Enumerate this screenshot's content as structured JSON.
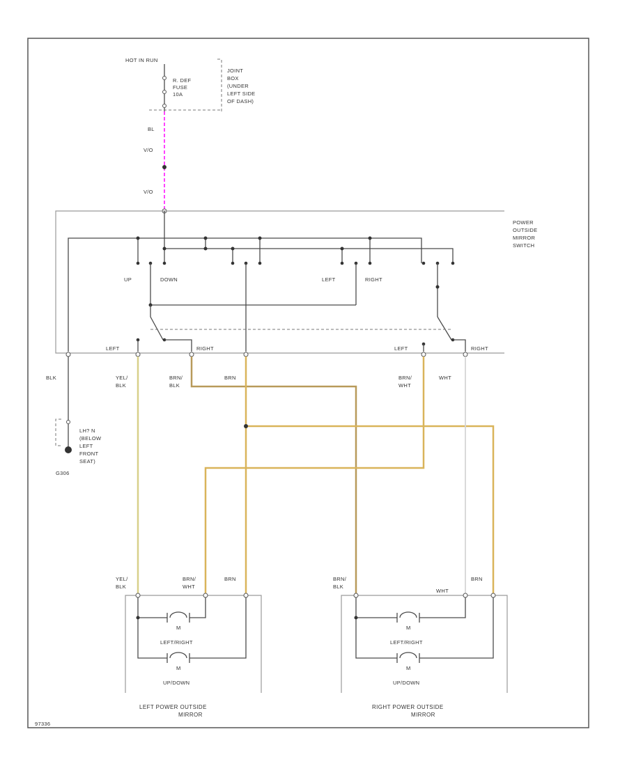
{
  "power": {
    "hot_label": "HOT IN RUN",
    "fuse_line1": "R. DEF",
    "fuse_line2": "FUSE",
    "fuse_line3": "10A",
    "jb_line1": "JOINT",
    "jb_line2": "BOX",
    "jb_line3": "(UNDER",
    "jb_line4": "LEFT SIDE",
    "jb_line5": "OF DASH)",
    "wire1": "BL",
    "conn1": "V/O",
    "conn2": "V/O"
  },
  "switch": {
    "name_line1": "POWER",
    "name_line2": "OUTSIDE",
    "name_line3": "MIRROR",
    "name_line4": "SWITCH",
    "up": "UP",
    "down": "DOWN",
    "left": "LEFT",
    "right": "RIGHT",
    "sel_left_1": "LEFT",
    "sel_right_1": "RIGHT",
    "sel_left_2": "LEFT",
    "sel_right_2": "RIGHT"
  },
  "wires": {
    "blk": "BLK",
    "yel1": "YEL/",
    "yel2": "BLK",
    "brnblk1": "BRN/",
    "brnblk2": "BLK",
    "brn": "BRN",
    "brnwht1": "BRN/",
    "brnwht2": "WHT",
    "wht": "WHT"
  },
  "ground": {
    "line1": "LH? N",
    "line2": "(BELOW",
    "line3": "LEFT",
    "line4": "FRONT",
    "line5": "SEAT)",
    "name": "G306"
  },
  "left_mirror": {
    "w1a": "YEL/",
    "w1b": "BLK",
    "w2a": "BRN/",
    "w2b": "WHT",
    "w3": "BRN",
    "motor1": "M",
    "motor1_label": "LEFT/RIGHT",
    "motor2": "M",
    "motor2_label": "UP/DOWN",
    "title1": "LEFT POWER OUTSIDE",
    "title2": "MIRROR"
  },
  "right_mirror": {
    "w1a": "BRN/",
    "w1b": "BLK",
    "w2": "WHT",
    "w3": "BRN",
    "motor1": "M",
    "motor1_label": "LEFT/RIGHT",
    "motor2": "M",
    "motor2_label": "UP/DOWN",
    "title1": "RIGHT POWER OUTSIDE",
    "title2": "MIRROR"
  },
  "footer": {
    "code": "97336"
  }
}
